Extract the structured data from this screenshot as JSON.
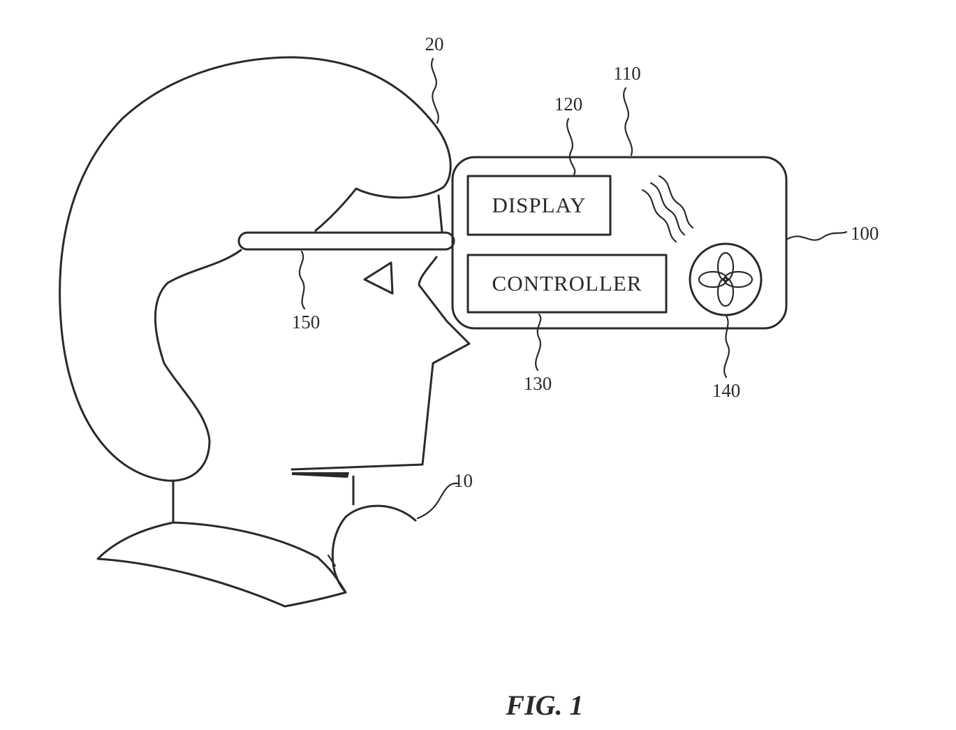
{
  "figure": {
    "caption": "FIG. 1",
    "boxes": {
      "display": "DISPLAY",
      "controller": "CONTROLLER"
    },
    "reference_numerals": {
      "user": "10",
      "head": "20",
      "hmd": "100",
      "housing": "110",
      "display": "120",
      "controller": "130",
      "fan": "140",
      "strap": "150"
    }
  }
}
